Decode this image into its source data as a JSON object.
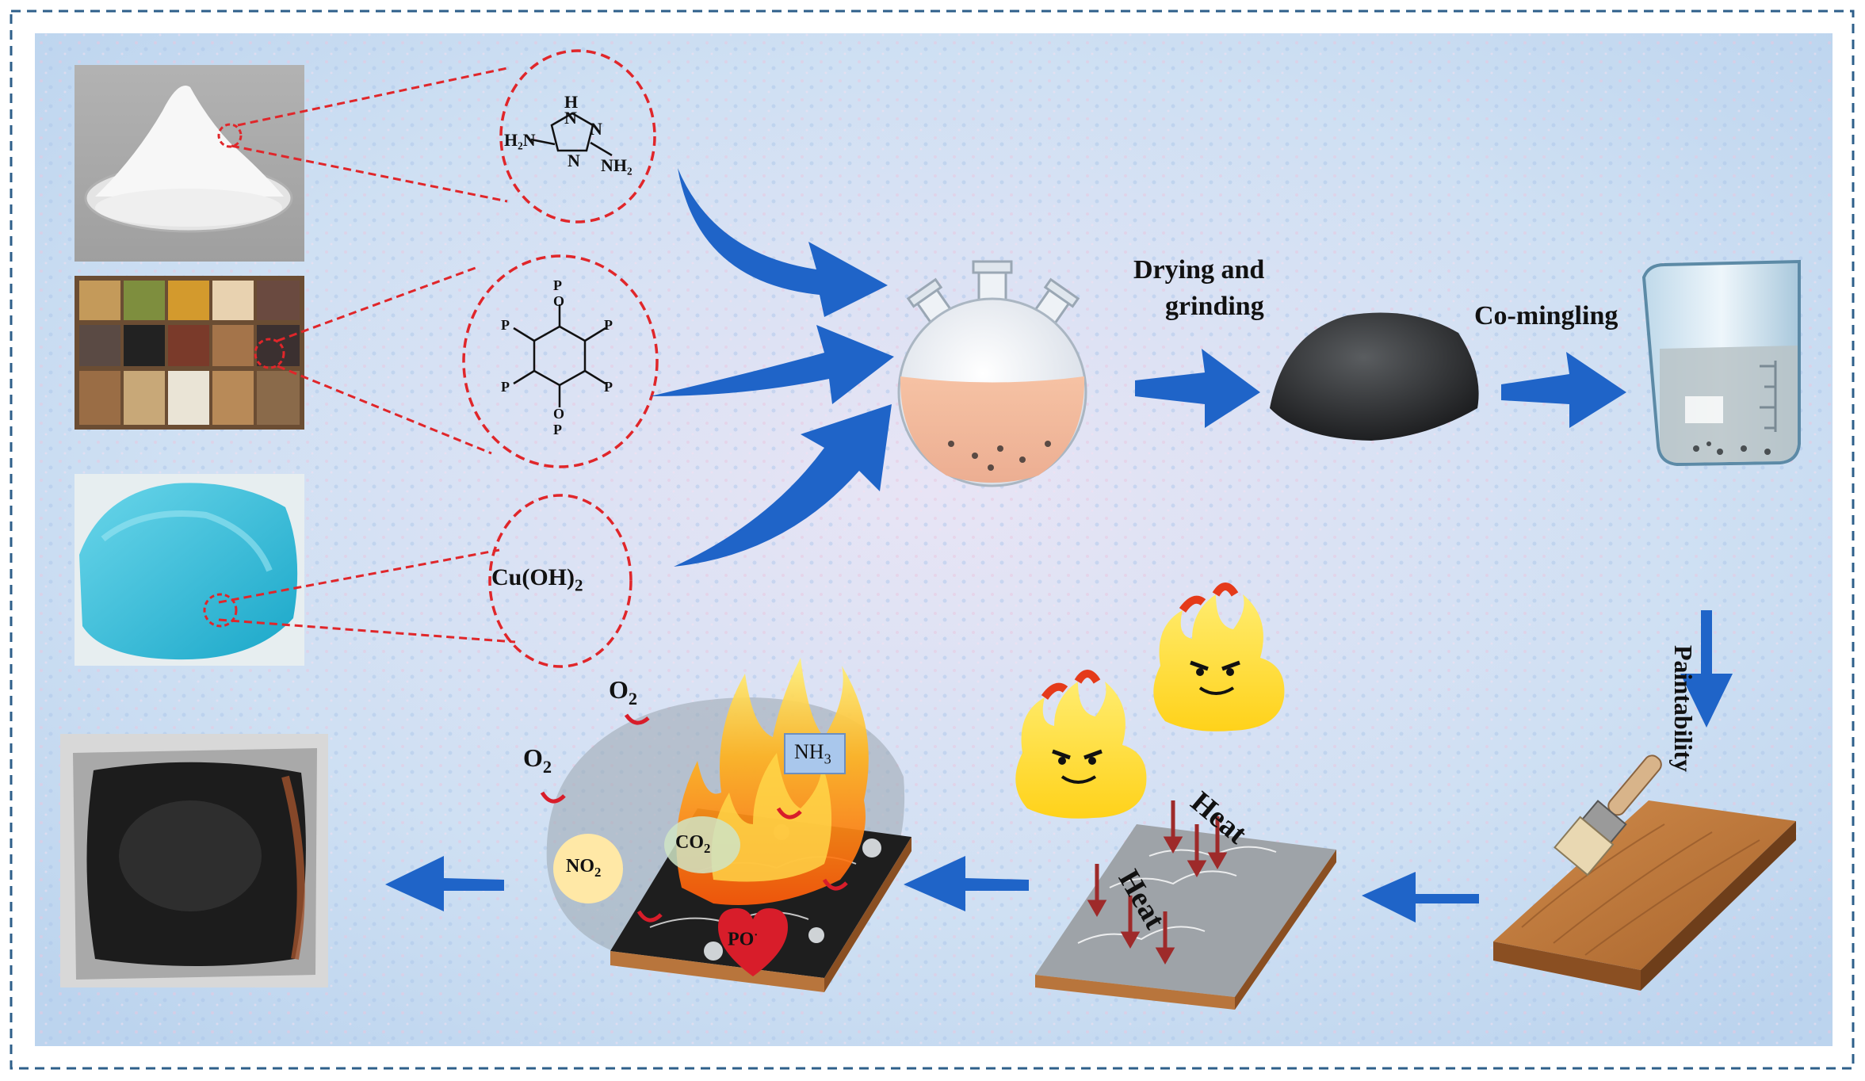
{
  "labels": {
    "drying": "Drying and",
    "grinding": "grinding",
    "comingling": "Co-mingling",
    "paintability": "Paintability",
    "heat_top": "Heat",
    "heat_diag": "Heat",
    "cuoh_base": "Cu(OH)",
    "cuoh_sub": "2",
    "o2_top_base": "O",
    "o2_top_sub": "2",
    "o2_left_base": "O",
    "o2_left_sub": "2",
    "nh3_base": "NH",
    "nh3_sub": "3",
    "co2_base": "CO",
    "co2_sub": "2",
    "no2_base": "NO",
    "no2_sub": "2",
    "po_base": "PO",
    "po_sup": "·"
  },
  "molecule": {
    "h": "H",
    "n": "N",
    "h2n": "H₂N",
    "nh2": "NH₂"
  },
  "phytic": {
    "o": "O",
    "p": "P"
  },
  "colors": {
    "arrow_blue": "#1f64c8",
    "dash_red": "#e0262a",
    "frame_blue": "#2e5f8a",
    "fire_orange": "#f28a1e",
    "fire_yellow": "#ffd21a",
    "wood": "#b8753c",
    "cu_blue": "#3fc3dd"
  }
}
